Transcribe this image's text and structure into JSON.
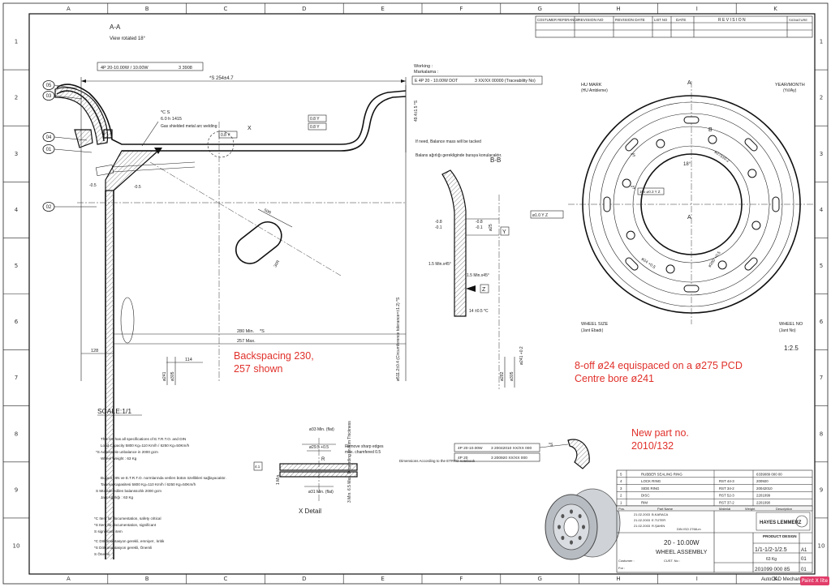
{
  "grid": {
    "columns": [
      "A",
      "B",
      "C",
      "D",
      "E",
      "F",
      "G",
      "H",
      "I",
      "K"
    ],
    "rows": [
      "1",
      "2",
      "3",
      "4",
      "5",
      "6",
      "7",
      "8",
      "9",
      "10"
    ]
  },
  "revision_header": {
    "cols": [
      "COSTUMER REFERANCE",
      "REVISION NO",
      "REVISION DATE",
      "LIST NO",
      "DATE",
      "R E V I S I O N",
      "SIGNATURE"
    ]
  },
  "section_aa": {
    "title": "A-A",
    "subtitle": "View rotated 18°",
    "stamp": "4P 20-10.00W / 10.00W",
    "stamp_code": "3 3908",
    "dim_254": "*S 254±4.7",
    "weld_note_1": "*C  S",
    "weld_note_2": "6.0 h 1415",
    "weld_note_3": "Gas shielded metal arc welding",
    "detail_x": "X",
    "working_1": "Working :",
    "working_2": "Markalama :",
    "marking": "E 4P 20 - 10.00W DOT",
    "marking_2": "3 XX/XX 00000 (Traceability No)",
    "balance_1": "If need, Balance mass will be tacked",
    "balance_2": "Balans ağırlığı gerekliginde buraya konulacaktır.",
    "dim_h": "49.4±1.5 *S",
    "tol_1": "0.8 Y",
    "tol_2": "0.8 Y",
    "tol_3": "0.8 Y",
    "dim_tol_1": "-0.5",
    "dim_tol_2": "-0.5",
    "dim_50": "50R",
    "dim_30": "30R",
    "dim_280": "280 Min.",
    "dim_257": "257 Max.",
    "dim_128": "128",
    "dim_114": "114",
    "dim_star_s": "*S",
    "dim_circ": "ø511.2±0.4 (Circumference tolerance=±1.2) *S",
    "dim_d1": "ø241",
    "dim_d2": "ø305",
    "labels": [
      "05",
      "03",
      "04",
      "01",
      "02"
    ]
  },
  "section_bb": {
    "title": "B-B",
    "d1": "-0.8",
    "d2": "-0.1",
    "d3": "-0.8",
    "d4": "-0.1",
    "d5": "ø25",
    "datum_y": "Y",
    "datum_z": "Z",
    "ch1": "1.5 Min.x45°",
    "ch2": "1.5 Min.x45°",
    "d6": "14 ±0.5 *C",
    "d7": "ø282",
    "d8": "ø305",
    "d9": "ø241 +0.2",
    "frame": "ø1.0 Y Z"
  },
  "face_view": {
    "hu_mark": "HU MARK",
    "hu_mark_2": "(HU Ambleme)",
    "year_month": "YEAR/MONTH",
    "year_month_2": "(Yıl/Ay)",
    "wheel_size": "WHEEL SIZE",
    "wheel_size_2": "(Jant Ebadı)",
    "wheel_no": "WHEEL NO",
    "wheel_no_2": "(Jant No)",
    "scale": "1:2.5",
    "a_top": "A",
    "a_bot": "A",
    "b_label": "B",
    "angle": "18°",
    "s1": "*S",
    "s2": "*S",
    "d_ol": "ø275±0.2",
    "d_b": "ø24 +0.5",
    "pcd": "ø280 +0.5",
    "tol": "10x  ⌀0.3 Y Z"
  },
  "annotations": {
    "backspacing": [
      "Backspacing 230,",
      "257 shown"
    ],
    "bolts": [
      "8-off ø24 equispaced on a ø275 PCD",
      "Centre bore ø241"
    ],
    "new_part": [
      "New part no.",
      "2010/132"
    ]
  },
  "notes": {
    "scale_label": "SCALE:1/1",
    "en_1": "This rim has all specifications of E.T.R.T.O. and DIN",
    "en_2": "Load Capacity 5800 Kg=110 Km/h / 6250 Kg=50Km/h",
    "en_3": "*S  Admissible unbalance in 2000 gcm",
    "en_4": "Wheel Weight : 63 Kg",
    "tr_1": "Bu jant DIN ve E.T.R.T.O. normlarında verilen bütün özellikleri sağlayacaktır.",
    "tr_2": "Taşıma Kapasitesi 5800 Kg=110 Km/h / 6250 Kg=50Km/h",
    "tr_3": "S  Müsade edilen balanssızlık 2000 gcm",
    "tr_4": "Jant Ağırlığı : 63 Kg",
    "leg_1": "*C  Item for documentation, safety critical",
    "leg_2": "*S  Item for documentation, significant",
    "leg_3": "S   significant item",
    "leg_4": "*C  Dökümantasyon gerekli, emniyet , kritik",
    "leg_5": "*S  Dökümantasyon gerekli, Önemli",
    "leg_6": "S   Önemli"
  },
  "x_detail": {
    "title": "X Detail",
    "d1": "ø33 Min. (flat)",
    "d2": "ø29.5 +0.5",
    "d3": "R",
    "d4": "ø31 Min. (flat)",
    "d5": "1 Min.",
    "d6": "3 Min. 6.5 Max. Depending on Rim Thickness",
    "note_1": "Remove sharp edges",
    "note_2": "max. chamfered 0.5",
    "note_3": "Dimensions According to the ETRTO notebook",
    "ref": "4.1"
  },
  "marking_box": {
    "line1": "4P 20-10.00W",
    "line1b": "3 20042010 XX/XX 000",
    "line2": "4P 20",
    "line2b": "3 200920 XX/XX 000",
    "star": "*S"
  },
  "parts_list": {
    "rows": [
      {
        "pos": "5",
        "name": "RUBBER SEALING RING",
        "mat": "",
        "ref": "6339089 000 00"
      },
      {
        "pos": "4",
        "name": "LOCK RING",
        "mat": "RST 44-3",
        "ref": "200920"
      },
      {
        "pos": "3",
        "name": "SIDE RING",
        "mat": "RST 34-2",
        "ref": "20042010"
      },
      {
        "pos": "2",
        "name": "DISC",
        "mat": "RST 52-3",
        "ref": "2201099"
      },
      {
        "pos": "1",
        "name": "RIM",
        "mat": "RST 37-2",
        "ref": "2201090"
      }
    ],
    "headers": [
      "Pos.",
      "Part Name",
      "Material",
      "Weight",
      "Description"
    ]
  },
  "title_block": {
    "company": "HAYES LEMMERZ",
    "product_design": "PRODUCT DESIGN",
    "title_1": "20 - 10.00W",
    "title_2": "WHEEL ASSEMBLY",
    "scale": "1/1-1/2-1/2.5",
    "sheet": "A1",
    "weight": "63 Kg",
    "sheet_no": "01",
    "drawing_no": "201099 000 85",
    "rev": "01",
    "din": "DIN ISO 2768-m",
    "dates": [
      "21.02.2003",
      "21.02.2003",
      "21.02.2003"
    ],
    "names": [
      "B.KARACA",
      "E.TÜTER",
      "R.ŞAHİN"
    ],
    "customer": "Costumer :",
    "for": "For :",
    "cust_no": "CUST. No :",
    "autocad": "AutoCAD Mechanical",
    "paint": "Paint X lite"
  },
  "colors": {
    "line": "#111111",
    "annotation": "#e0312b",
    "badge": "#e23d6a",
    "hatch": "#777777"
  }
}
